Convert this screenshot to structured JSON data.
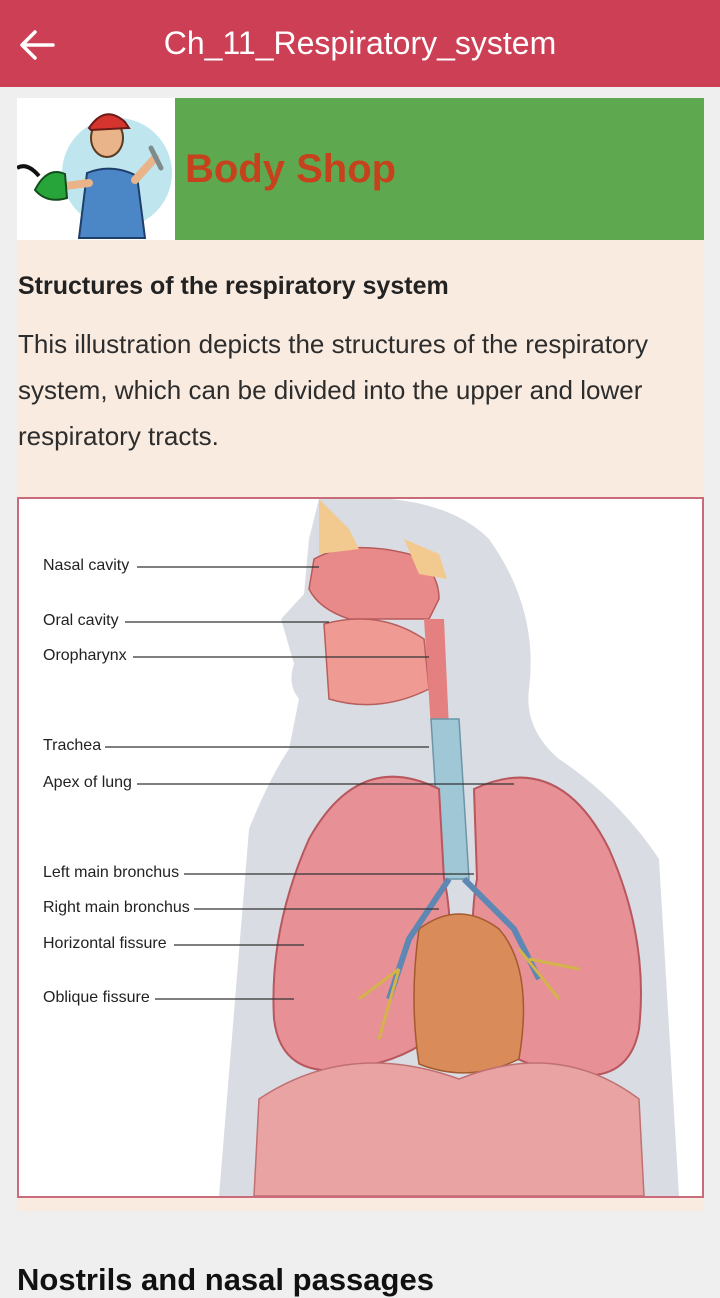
{
  "appbar": {
    "title": "Ch_11_Respiratory_system",
    "background": "#cd3f55"
  },
  "icons": {
    "back": "arrow-left-icon",
    "mascot": "mechanic-mascot-icon"
  },
  "banner": {
    "title": "Body Shop",
    "title_color": "#c6421c",
    "background": "#5ea94f"
  },
  "section": {
    "heading": "Structures of the respiratory system",
    "paragraph": "This illustration depicts the structures of the respiratory system, which can be divided into the upper and lower respiratory tracts."
  },
  "figure": {
    "labels": [
      "Nasal cavity",
      "Oral cavity",
      "Oropharynx",
      "Trachea",
      "Apex of lung",
      "Left main bronchus",
      "Right main bronchus",
      "Horizontal fissure",
      "Oblique fissure"
    ]
  },
  "next_section": {
    "heading": "Nostrils and nasal passages"
  }
}
